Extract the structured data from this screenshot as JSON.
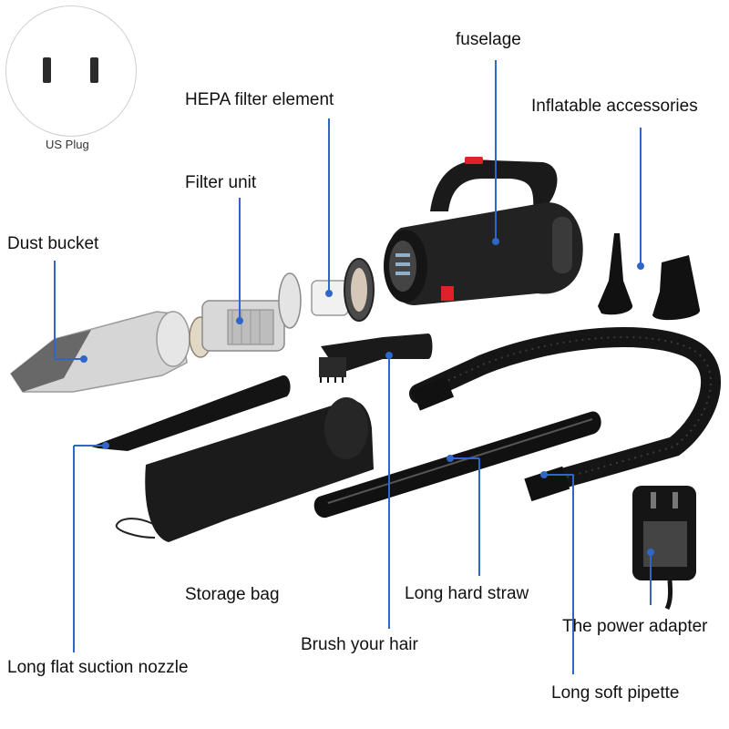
{
  "plug": {
    "caption": "US Plug"
  },
  "labels": {
    "fuselage": "fuselage",
    "hepa": "HEPA filter element",
    "inflatable": "Inflatable accessories",
    "filter_unit": "Filter unit",
    "dust_bucket": "Dust bucket",
    "storage_bag": "Storage bag",
    "long_hard_straw": "Long hard straw",
    "power_adapter": "The power adapter",
    "brush": "Brush your hair",
    "flat_nozzle": "Long flat suction nozzle",
    "soft_pipette": "Long soft pipette"
  },
  "colors": {
    "leader": "#2f66c9",
    "product": "#151515",
    "accent": "#e0202a"
  }
}
